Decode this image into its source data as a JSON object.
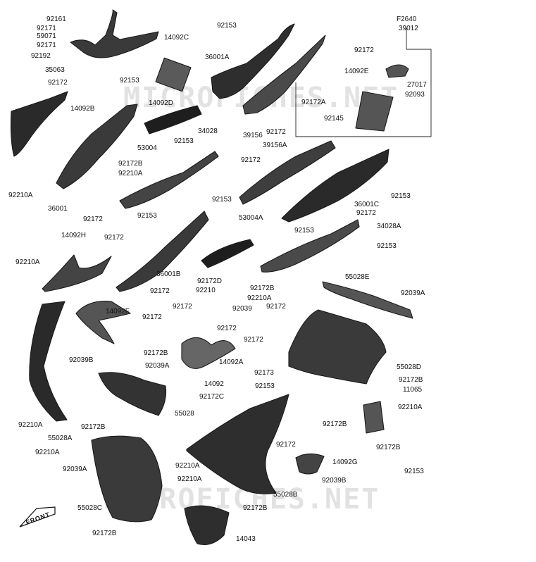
{
  "diagram": {
    "group_code": "F2640",
    "group_part": "39012",
    "watermarks": [
      "MICROFICHES.NET",
      "MICROFICHES.NET"
    ],
    "direction_label": "FRONT",
    "labels": [
      "92161",
      "92171",
      "59071",
      "92171",
      "92192",
      "35063",
      "92172",
      "92153",
      "14092C",
      "92153",
      "36001A",
      "92172",
      "39012",
      "14092E",
      "27017",
      "92093",
      "14092D",
      "92172A",
      "92145",
      "14092B",
      "39156",
      "53004",
      "34028",
      "92172",
      "39156A",
      "92153",
      "92172B",
      "92172",
      "92210A",
      "92153",
      "92172",
      "36001C",
      "92210A",
      "36001",
      "92153",
      "92172",
      "92153",
      "53004A",
      "34028A",
      "92153",
      "14092H",
      "92172",
      "92153",
      "92210A",
      "36001B",
      "92172D",
      "92172B",
      "55028E",
      "92172",
      "92210",
      "92210A",
      "92039A",
      "92172",
      "92039",
      "92172",
      "92172",
      "14092F",
      "92172",
      "92172",
      "92172B",
      "92039B",
      "14092A",
      "92173",
      "92039A",
      "55028D",
      "92153",
      "14092",
      "92172B",
      "92172C",
      "11065",
      "55028",
      "92172B",
      "92210A",
      "92210A",
      "92172B",
      "92172",
      "55028A",
      "92172B",
      "92153",
      "92210A",
      "14092G",
      "92210A",
      "92039A",
      "92210A",
      "92039B",
      "55028B",
      "55028C",
      "92172B",
      "92172B",
      "14043"
    ]
  }
}
